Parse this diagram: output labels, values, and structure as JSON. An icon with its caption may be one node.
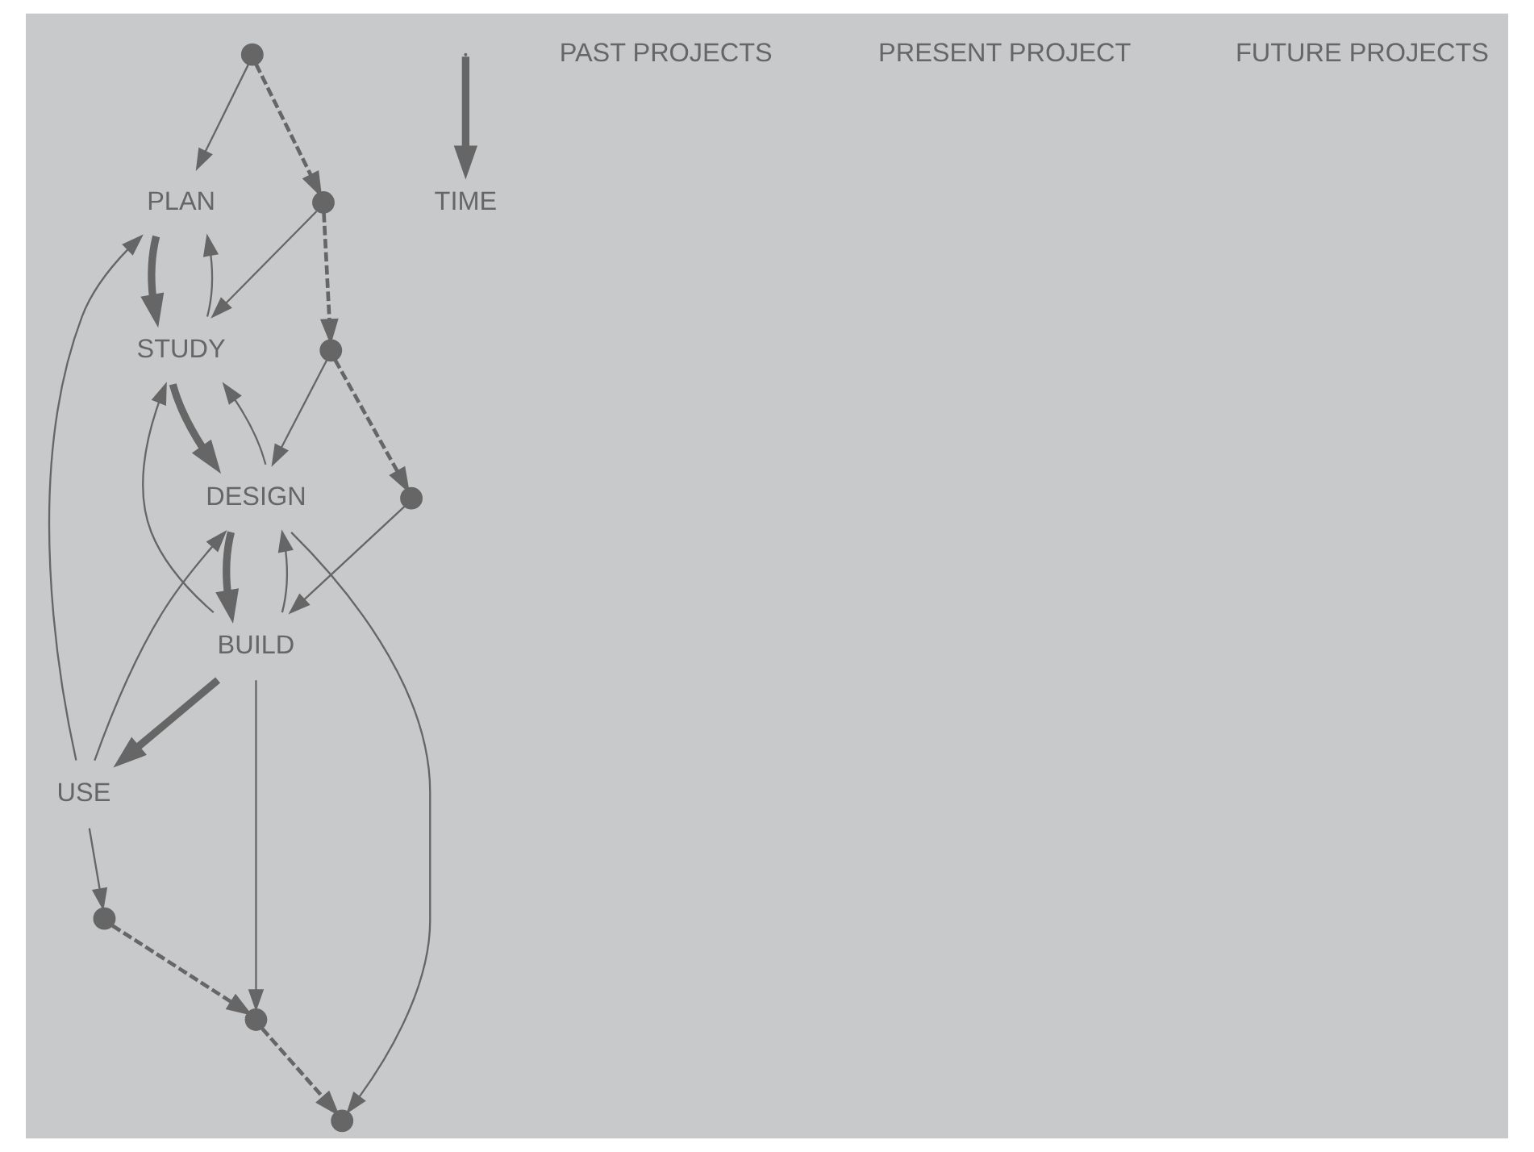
{
  "diagram": {
    "nodes": [
      {
        "text": [
          "PLAN"
        ]
      },
      {
        "text": [
          "STUDY"
        ]
      },
      {
        "text": [
          "DESIGN"
        ]
      },
      {
        "text": [
          "BUILD"
        ]
      },
      {
        "text": [
          "USE"
        ]
      },
      {
        "text": [],
        "shape": "circle"
      },
      {
        "text": [],
        "shape": "circle"
      },
      {
        "text": [],
        "shape": "circle"
      },
      {
        "text": [],
        "shape": "circle"
      },
      {
        "text": [],
        "shape": "circle"
      },
      {
        "text": [],
        "shape": "circle"
      },
      {
        "text": [],
        "shape": "circle"
      },
      {
        "text": [
          "TIME"
        ]
      }
    ],
    "edges": [
      {
        "from": 0,
        "to": 1,
        "arrow": "to",
        "style": "thick"
      },
      {
        "from": 1,
        "to": 2,
        "arrow": "to",
        "style": "thick"
      },
      {
        "from": 2,
        "to": 3,
        "arrow": "to",
        "style": "thick"
      },
      {
        "from": 3,
        "to": 4,
        "arrow": "to",
        "style": "thick"
      },
      {
        "from": 4,
        "to": 0,
        "arrow": "to"
      },
      {
        "from": 5,
        "to": 0,
        "arrow": "to"
      },
      {
        "from": 6,
        "to": 1,
        "arrow": "to"
      },
      {
        "from": 7,
        "to": 2,
        "arrow": "to"
      },
      {
        "from": 8,
        "to": 3,
        "arrow": "to"
      },
      {
        "from": 1,
        "to": 0,
        "arrow": "to"
      },
      {
        "from": 4,
        "to": 2,
        "arrow": "to"
      },
      {
        "from": 3,
        "to": 1,
        "arrow": "to"
      },
      {
        "from": 2,
        "to": 1,
        "arrow": "to"
      },
      {
        "from": 3,
        "to": 2,
        "arrow": "to"
      },
      {
        "from": 4,
        "to": 9,
        "arrow": "to"
      },
      {
        "from": 3,
        "to": 10,
        "arrow": "to"
      },
      {
        "from": 2,
        "to": 11,
        "arrow": "to"
      },
      {
        "from": 5,
        "to": 6,
        "arrow": "to",
        "style": "dashed"
      },
      {
        "from": 6,
        "to": 7,
        "arrow": "to",
        "style": "dashed"
      },
      {
        "from": 7,
        "to": 8,
        "arrow": "to",
        "style": "dashed"
      },
      {
        "from": 9,
        "to": 10,
        "arrow": "to",
        "style": "dashed"
      },
      {
        "from": 10,
        "to": 11,
        "arrow": "to",
        "style": "dashed"
      },
      {
        "from": null,
        "to": 12,
        "arrow": "to",
        "style": "thick"
      }
    ],
    "labels": [
      "PAST PROJECTS",
      "PRESENT PROJECT",
      "FUTURE PROJECTS"
    ]
  }
}
